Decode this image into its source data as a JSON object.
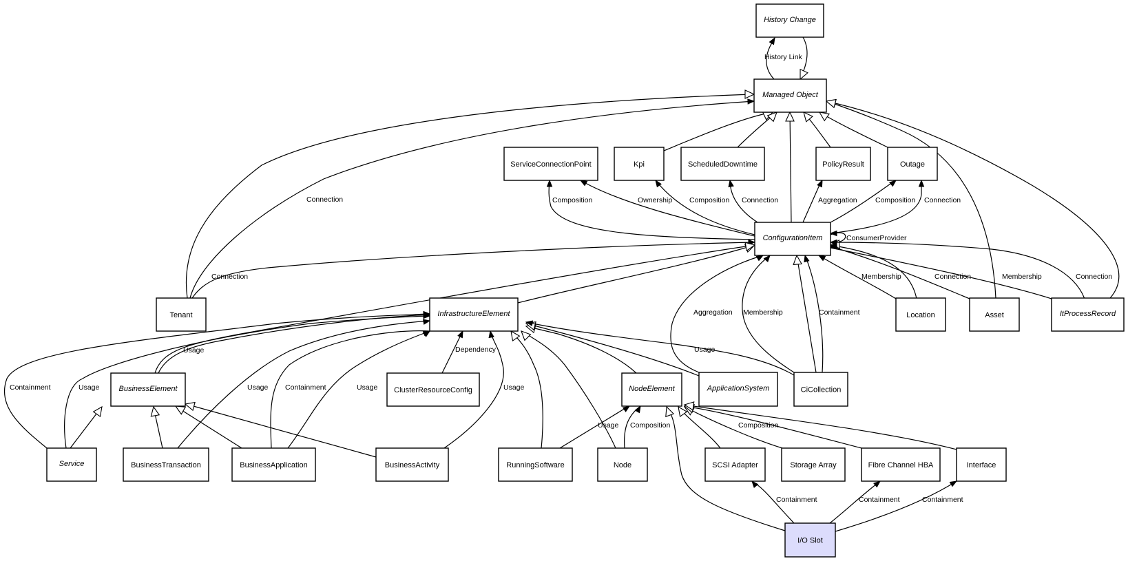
{
  "diagram": {
    "title": "Managed Object class model",
    "highlight_color": "#dcdcfc",
    "nodes": [
      {
        "id": "history_change",
        "label": "History Change",
        "abstract": true
      },
      {
        "id": "managed_object",
        "label": "Managed Object",
        "abstract": true
      },
      {
        "id": "service_connection_point",
        "label": "ServiceConnectionPoint",
        "abstract": false
      },
      {
        "id": "kpi",
        "label": "Kpi",
        "abstract": false
      },
      {
        "id": "scheduled_downtime",
        "label": "ScheduledDowntime",
        "abstract": false
      },
      {
        "id": "policy_result",
        "label": "PolicyResult",
        "abstract": false
      },
      {
        "id": "outage",
        "label": "Outage",
        "abstract": false
      },
      {
        "id": "configuration_item",
        "label": "ConfigurationItem",
        "abstract": true
      },
      {
        "id": "tenant",
        "label": "Tenant",
        "abstract": false
      },
      {
        "id": "infrastructure_element",
        "label": "InfrastructureElement",
        "abstract": true
      },
      {
        "id": "location",
        "label": "Location",
        "abstract": false
      },
      {
        "id": "asset",
        "label": "Asset",
        "abstract": false
      },
      {
        "id": "it_process_record",
        "label": "ItProcessRecord",
        "abstract": true
      },
      {
        "id": "business_element",
        "label": "BusinessElement",
        "abstract": true
      },
      {
        "id": "cluster_resource_config",
        "label": "ClusterResourceConfig",
        "abstract": false
      },
      {
        "id": "node_element",
        "label": "NodeElement",
        "abstract": true
      },
      {
        "id": "application_system",
        "label": "ApplicationSystem",
        "abstract": true
      },
      {
        "id": "ci_collection",
        "label": "CiCollection",
        "abstract": false
      },
      {
        "id": "service",
        "label": "Service",
        "abstract": true
      },
      {
        "id": "business_transaction",
        "label": "BusinessTransaction",
        "abstract": false
      },
      {
        "id": "business_application",
        "label": "BusinessApplication",
        "abstract": false
      },
      {
        "id": "business_activity",
        "label": "BusinessActivity",
        "abstract": false
      },
      {
        "id": "running_software",
        "label": "RunningSoftware",
        "abstract": false
      },
      {
        "id": "node",
        "label": "Node",
        "abstract": false
      },
      {
        "id": "scsi_adapter",
        "label": "SCSI Adapter",
        "abstract": false
      },
      {
        "id": "storage_array",
        "label": "Storage Array",
        "abstract": false
      },
      {
        "id": "fibre_channel_hba",
        "label": "Fibre Channel HBA",
        "abstract": false
      },
      {
        "id": "interface",
        "label": "Interface",
        "abstract": false
      },
      {
        "id": "io_slot",
        "label": "I/O Slot",
        "abstract": false,
        "selected": true
      }
    ],
    "edges": [
      {
        "from": "managed_object",
        "to": "history_change",
        "kind": "association",
        "label": "History Link"
      },
      {
        "from": "history_change",
        "to": "managed_object",
        "kind": "inheritance",
        "label": ""
      },
      {
        "from": "tenant",
        "to": "managed_object",
        "kind": "inheritance",
        "label": ""
      },
      {
        "from": "tenant",
        "to": "managed_object",
        "kind": "association",
        "label": "Connection"
      },
      {
        "from": "kpi",
        "to": "managed_object",
        "kind": "inheritance",
        "label": ""
      },
      {
        "from": "scheduled_downtime",
        "to": "managed_object",
        "kind": "inheritance",
        "label": ""
      },
      {
        "from": "configuration_item",
        "to": "managed_object",
        "kind": "inheritance",
        "label": ""
      },
      {
        "from": "policy_result",
        "to": "managed_object",
        "kind": "inheritance",
        "label": ""
      },
      {
        "from": "outage",
        "to": "managed_object",
        "kind": "inheritance",
        "label": ""
      },
      {
        "from": "asset",
        "to": "managed_object",
        "kind": "inheritance",
        "label": ""
      },
      {
        "from": "it_process_record",
        "to": "managed_object",
        "kind": "inheritance",
        "label": ""
      },
      {
        "from": "configuration_item",
        "to": "service_connection_point",
        "kind": "association",
        "label": "Composition"
      },
      {
        "from": "configuration_item",
        "to": "service_connection_point",
        "kind": "association",
        "label": "Ownership"
      },
      {
        "from": "configuration_item",
        "to": "kpi",
        "kind": "association",
        "label": "Composition"
      },
      {
        "from": "configuration_item",
        "to": "scheduled_downtime",
        "kind": "association",
        "label": "Connection"
      },
      {
        "from": "configuration_item",
        "to": "policy_result",
        "kind": "association",
        "label": "Aggregation"
      },
      {
        "from": "configuration_item",
        "to": "outage",
        "kind": "association",
        "label": "Composition"
      },
      {
        "from": "configuration_item",
        "to": "outage",
        "kind": "association",
        "label": "Connection"
      },
      {
        "from": "configuration_item",
        "to": "configuration_item",
        "kind": "association",
        "label": "ConsumerProvider"
      },
      {
        "from": "tenant",
        "to": "configuration_item",
        "kind": "association",
        "label": "Connection"
      },
      {
        "from": "location",
        "to": "configuration_item",
        "kind": "association",
        "label": "Membership"
      },
      {
        "from": "location",
        "to": "configuration_item",
        "kind": "inheritance",
        "label": ""
      },
      {
        "from": "asset",
        "to": "configuration_item",
        "kind": "association",
        "label": "Connection"
      },
      {
        "from": "it_process_record",
        "to": "configuration_item",
        "kind": "association",
        "label": "Membership"
      },
      {
        "from": "it_process_record",
        "to": "configuration_item",
        "kind": "association",
        "label": "Connection"
      },
      {
        "from": "infrastructure_element",
        "to": "configuration_item",
        "kind": "inheritance",
        "label": ""
      },
      {
        "from": "business_element",
        "to": "configuration_item",
        "kind": "inheritance",
        "label": ""
      },
      {
        "from": "application_system",
        "to": "configuration_item",
        "kind": "association",
        "label": "Aggregation"
      },
      {
        "from": "ci_collection",
        "to": "configuration_item",
        "kind": "association",
        "label": "Membership"
      },
      {
        "from": "ci_collection",
        "to": "configuration_item",
        "kind": "inheritance",
        "label": ""
      },
      {
        "from": "ci_collection",
        "to": "configuration_item",
        "kind": "association",
        "label": "Containment"
      },
      {
        "from": "business_element",
        "to": "infrastructure_element",
        "kind": "association",
        "label": "Usage"
      },
      {
        "from": "service",
        "to": "infrastructure_element",
        "kind": "association",
        "label": "Containment"
      },
      {
        "from": "service",
        "to": "infrastructure_element",
        "kind": "association",
        "label": "Usage"
      },
      {
        "from": "business_transaction",
        "to": "infrastructure_element",
        "kind": "association",
        "label": "Usage"
      },
      {
        "from": "business_application",
        "to": "infrastructure_element",
        "kind": "association",
        "label": "Containment"
      },
      {
        "from": "business_application",
        "to": "infrastructure_element",
        "kind": "association",
        "label": "Usage"
      },
      {
        "from": "cluster_resource_config",
        "to": "infrastructure_element",
        "kind": "association",
        "label": "Dependency"
      },
      {
        "from": "business_activity",
        "to": "infrastructure_element",
        "kind": "association",
        "label": "Usage"
      },
      {
        "from": "running_software",
        "to": "infrastructure_element",
        "kind": "inheritance",
        "label": ""
      },
      {
        "from": "node",
        "to": "infrastructure_element",
        "kind": "inheritance",
        "label": ""
      },
      {
        "from": "node_element",
        "to": "infrastructure_element",
        "kind": "inheritance",
        "label": ""
      },
      {
        "from": "application_system",
        "to": "infrastructure_element",
        "kind": "inheritance",
        "label": ""
      },
      {
        "from": "ci_collection",
        "to": "infrastructure_element",
        "kind": "association",
        "label": "Usage"
      },
      {
        "from": "service",
        "to": "business_element",
        "kind": "inheritance",
        "label": ""
      },
      {
        "from": "business_transaction",
        "to": "business_element",
        "kind": "inheritance",
        "label": ""
      },
      {
        "from": "business_application",
        "to": "business_element",
        "kind": "inheritance",
        "label": ""
      },
      {
        "from": "business_activity",
        "to": "business_element",
        "kind": "inheritance",
        "label": ""
      },
      {
        "from": "running_software",
        "to": "node_element",
        "kind": "association",
        "label": "Usage"
      },
      {
        "from": "node",
        "to": "node_element",
        "kind": "association",
        "label": "Composition"
      },
      {
        "from": "io_slot",
        "to": "node_element",
        "kind": "inheritance",
        "label": ""
      },
      {
        "from": "scsi_adapter",
        "to": "node_element",
        "kind": "inheritance",
        "label": ""
      },
      {
        "from": "storage_array",
        "to": "node_element",
        "kind": "inheritance",
        "label": "Composition"
      },
      {
        "from": "fibre_channel_hba",
        "to": "node_element",
        "kind": "inheritance",
        "label": ""
      },
      {
        "from": "interface",
        "to": "node_element",
        "kind": "inheritance",
        "label": ""
      },
      {
        "from": "io_slot",
        "to": "scsi_adapter",
        "kind": "association",
        "label": "Containment"
      },
      {
        "from": "io_slot",
        "to": "fibre_channel_hba",
        "kind": "association",
        "label": "Containment"
      },
      {
        "from": "io_slot",
        "to": "interface",
        "kind": "association",
        "label": "Containment"
      }
    ]
  }
}
